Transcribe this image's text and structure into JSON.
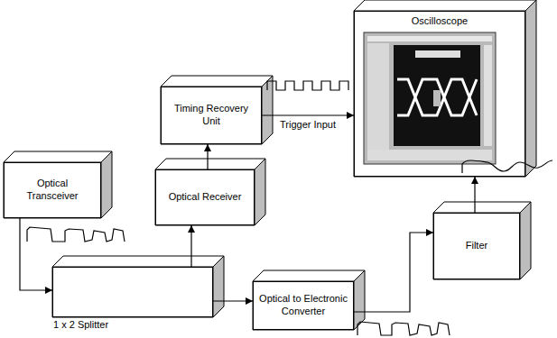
{
  "diagram": {
    "nodes": [
      {
        "text": [
          "Optical Transceiver"
        ]
      },
      {
        "text": [
          "1 x 2 Splitter"
        ]
      },
      {
        "text": [
          "Optical Receiver"
        ]
      },
      {
        "text": [
          "Timing Recovery Unit"
        ]
      },
      {
        "text": [
          "Optical to Electronic Converter"
        ]
      },
      {
        "text": [
          "Filter"
        ]
      },
      {
        "text": [
          "Oscilloscope"
        ]
      }
    ],
    "edges": [
      {
        "from": 0,
        "to": 1,
        "arrow": "to"
      },
      {
        "from": 1,
        "to": 2,
        "arrow": "to"
      },
      {
        "from": 1,
        "to": 4,
        "arrow": "to"
      },
      {
        "from": 2,
        "to": 3,
        "arrow": "to"
      },
      {
        "from": 3,
        "to": 6,
        "label": "Trigger Input",
        "arrow": "to"
      },
      {
        "from": 4,
        "to": 5,
        "arrow": "to"
      },
      {
        "from": 5,
        "to": 6,
        "arrow": "to"
      }
    ]
  }
}
